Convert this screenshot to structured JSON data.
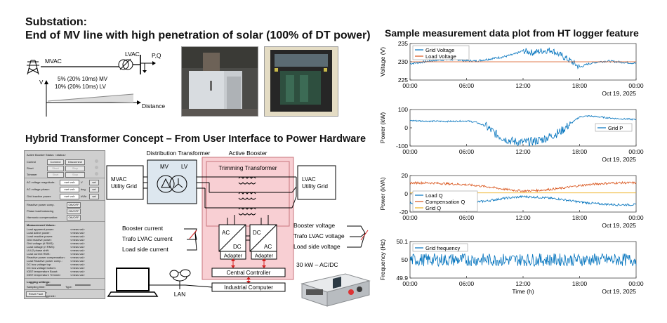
{
  "left": {
    "title_line1": "Substation:",
    "title_line2": "End of MV line with high penetration of solar (100% of DT power)",
    "line_diagram": {
      "mvac": "MVAC",
      "lvac": "LVAC",
      "pq": "P,Q",
      "v_axis": "V",
      "note1": "5% (20% 10ms) MV",
      "note2": "10% (20% 10ms) LV",
      "distance": "Distance"
    },
    "section2_title": "Hybrid Transformer Concept – From User Interface to Power Hardware",
    "concept": {
      "mvac_grid_line1": "MVAC",
      "mvac_grid_line2": "Utility Grid",
      "dist_transformer": "Distribution Transformer",
      "mv": "MV",
      "lv": "LV",
      "active_booster": "Active Booster",
      "trimming_transformer": "Trimming Transformer",
      "lvac_grid_line1": "LVAC",
      "lvac_grid_line2": "Utility Grid",
      "ac1": "AC",
      "dc1": "DC",
      "dc2": "DC",
      "ac2": "AC",
      "adapter1": "Adapter",
      "adapter2": "Adapter",
      "central_controller": "Central Controller",
      "industrial_computer": "Industrial Computer",
      "booster_current": "Booster current",
      "trafo_lvac_current": "Trafo LVAC current",
      "load_side_current": "Load side current",
      "booster_voltage": "Booster voltage",
      "trafo_lvac_voltage": "Trafo LVAC voltage",
      "load_side_voltage": "Load side voltage",
      "lan": "LAN",
      "converter_label": "30 kW – AC/DC"
    },
    "panel": {
      "status": "Active Booster Status: <status>",
      "controls": [
        {
          "label": "Control",
          "b1": "Connect",
          "b2": "Disconnect"
        },
        {
          "label": "Short",
          "b1": "Short",
          "b2": "Stop"
        },
        {
          "label": "Trimmer",
          "b1": "Start",
          "b2": "Stop"
        }
      ],
      "ac_voltage_mag": "AC voltage magnitude:",
      "ac_voltage_phase": "AC voltage phase:",
      "grid_inactive_power": "Grid inactive power:",
      "set": "set",
      "unit_v": "V",
      "unit_deg": "deg",
      "unit_kvar": "kVAr",
      "val_placeholder": "<set val>",
      "reactive_power_comp": "Reactive power comp.",
      "phase_load_balancing": "Phase load balancing",
      "harmonic_comp": "Harmonic compensation:",
      "onoff": "ON/OFF",
      "measurement_values": "Measurement Values:",
      "measurements": [
        "Load apparent power:",
        "Load active power:",
        "Load reactive power:",
        "Grid reactive power:",
        "Grid voltage (rl RMS):",
        "Load voltage (rl RMS):",
        "Ul-U2 phase shift:",
        "Load current RMS:",
        "Reactive power compensation:",
        "Load Reactive power comp.:",
        "DC bus voltage top:",
        "DC bus voltage bottom:",
        "IGBT temperature Boost:",
        "IGBT temperature Trimmer:"
      ],
      "meas_value": "<meas val>",
      "logging_settings": "Logging settings:",
      "sampling_time": "Sampling time:",
      "type": "Type:",
      "fault_message": "Fault Message:",
      "fault_text": "<list of faults triggered>",
      "reset_fault": "Reset Fault"
    }
  },
  "right": {
    "title": "Sample measurement data plot from HT logger feature"
  },
  "chart_data": [
    {
      "type": "line",
      "ylabel": "Voltage (V)",
      "ylim": [
        225,
        235
      ],
      "yticks": [
        225,
        230,
        235
      ],
      "xticks": [
        "00:00",
        "06:00",
        "12:00",
        "18:00",
        "00:00"
      ],
      "date": "Oct 19, 2025",
      "legend_position": "top-left",
      "series": [
        {
          "name": "Grid Voltage",
          "color": "#0072BD",
          "x": [
            0,
            1,
            2,
            3,
            4,
            5,
            6,
            7,
            8,
            9,
            10,
            11,
            12,
            13,
            14,
            15,
            16,
            17,
            18,
            19,
            20,
            21,
            22,
            23,
            24
          ],
          "values": [
            229.5,
            229.8,
            230.2,
            230.5,
            230.6,
            230.6,
            230.3,
            230.2,
            230.6,
            231.0,
            231.4,
            232.0,
            233.0,
            232.5,
            233.0,
            233.2,
            231.8,
            230.3,
            228.5,
            229.5,
            230.0,
            230.2,
            230.0,
            229.8,
            229.6
          ]
        },
        {
          "name": "Load Voltage",
          "color": "#D95319",
          "x": [
            0,
            24
          ],
          "values": [
            230,
            230
          ]
        }
      ]
    },
    {
      "type": "line",
      "ylabel": "Power (kW)",
      "ylim": [
        -100,
        100
      ],
      "yticks": [
        -100,
        0,
        100
      ],
      "xticks": [
        "00:00",
        "06:00",
        "12:00",
        "18:00",
        "00:00"
      ],
      "date": "Oct 19, 2025",
      "legend_position": "right",
      "series": [
        {
          "name": "Grid P",
          "color": "#0072BD",
          "x": [
            0,
            1,
            2,
            3,
            4,
            5,
            6,
            7,
            8,
            9,
            10,
            11,
            12,
            13,
            14,
            15,
            16,
            17,
            18,
            19,
            20,
            21,
            22,
            23,
            24
          ],
          "values": [
            40,
            38,
            36,
            36,
            35,
            36,
            38,
            30,
            10,
            -30,
            -60,
            -75,
            -80,
            -75,
            -65,
            -45,
            -20,
            20,
            60,
            65,
            60,
            55,
            50,
            48,
            45
          ]
        }
      ]
    },
    {
      "type": "line",
      "ylabel": "Power (kVA)",
      "ylim": [
        -20,
        20
      ],
      "yticks": [
        -20,
        0,
        20
      ],
      "xticks": [
        "00:00",
        "06:00",
        "12:00",
        "18:00",
        "00:00"
      ],
      "date": "Oct 19, 2025",
      "legend_position": "bottom-left",
      "series": [
        {
          "name": "Load Q",
          "color": "#0072BD",
          "x": [
            0,
            2,
            4,
            6,
            8,
            10,
            12,
            14,
            16,
            18,
            20,
            22,
            24
          ],
          "values": [
            -10,
            -11,
            -11,
            -10,
            -8,
            -5,
            -3,
            -4,
            -6,
            -9,
            -11,
            -12,
            -12
          ]
        },
        {
          "name": "Compensation Q",
          "color": "#D95319",
          "x": [
            0,
            2,
            4,
            6,
            8,
            10,
            12,
            14,
            16,
            18,
            20,
            22,
            24
          ],
          "values": [
            12,
            12,
            11,
            10,
            8,
            5,
            3,
            4,
            6,
            9,
            11,
            12,
            12
          ]
        },
        {
          "name": "Grid Q",
          "color": "#EDB120",
          "x": [
            0,
            24
          ],
          "values": [
            1,
            1
          ]
        }
      ]
    },
    {
      "type": "line",
      "ylabel": "Frequency (Hz)",
      "xlabel": "Time (h)",
      "ylim": [
        49.9,
        50.1
      ],
      "yticks": [
        49.9,
        50.0,
        50.1
      ],
      "xticks": [
        "00:00",
        "06:00",
        "12:00",
        "18:00",
        "00:00"
      ],
      "date": "Oct 19, 2025",
      "legend_position": "top-left",
      "series": [
        {
          "name": "Grid frequency",
          "color": "#0072BD",
          "x": [
            0,
            24
          ],
          "values": [
            50.0,
            50.0
          ]
        }
      ]
    }
  ]
}
